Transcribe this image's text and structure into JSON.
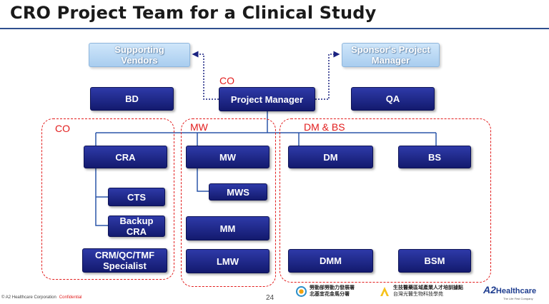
{
  "title": "CRO Project Team for a Clinical Study",
  "boxes": {
    "supporting_vendors": "Supporting Vendors",
    "sponsor_pm": "Sponsor's Project Manager",
    "bd": "BD",
    "project_manager": "Project Manager",
    "qa": "QA",
    "cra": "CRA",
    "cts": "CTS",
    "backup_cra": "Backup CRA",
    "crm_qc_tmf": "CRM/QC/TMF Specialist",
    "mw": "MW",
    "mws": "MWS",
    "mm": "MM",
    "lmw": "LMW",
    "dm": "DM",
    "bs": "BS",
    "dmm": "DMM",
    "bsm": "BSM"
  },
  "groups": {
    "pm_group": "CO",
    "clinical_ops": "CO",
    "medical_writing": "MW",
    "dm_bs": "DM & BS"
  },
  "footer": {
    "copyright": "© A2 Healthcare Corporation",
    "confidential": "Confidential",
    "page_number": "24"
  },
  "logos": {
    "labor_line1": "勞動部勞動力發展署",
    "labor_line2": "北基宜花金馬分署",
    "biotech_line1": "生技醫藥區域產業人才培訓據點",
    "biotech_line2": "台灣光醫生物科技學苑",
    "a2_brand": "A2",
    "a2_word": "Healthcare",
    "a2_tagline": "The Life First Company"
  },
  "colors": {
    "box_dark": "#1a2280",
    "box_light": "#b9d8f4",
    "group_dash": "#e21d1d"
  }
}
